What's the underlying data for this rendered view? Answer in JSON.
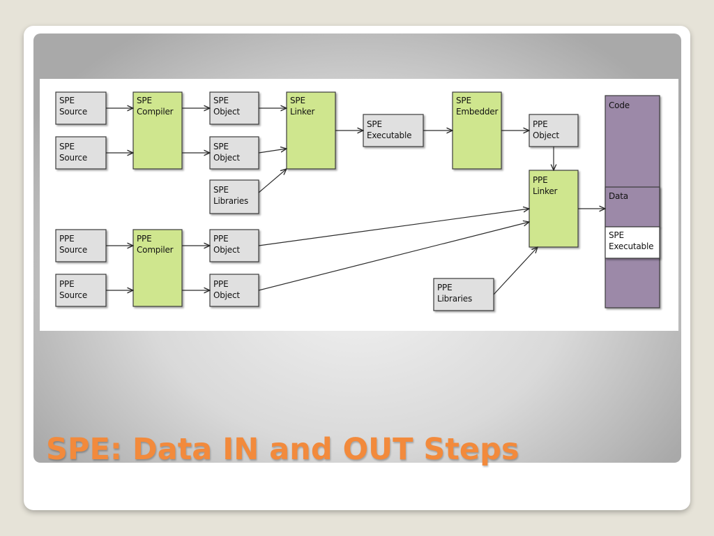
{
  "slide": {
    "title": "SPE: Data IN and OUT Steps"
  },
  "diagram": {
    "colors": {
      "gray_box": "#e0e0e0",
      "green_box": "#cfe68e",
      "purple_box": "#9c89a8",
      "border": "#3a3a3a",
      "arrow": "#2a2a2a"
    },
    "nodes": {
      "spe_source_1": "SPE\nSource",
      "spe_source_2": "SPE\nSource",
      "spe_compiler": "SPE\nCompiler",
      "spe_object_1": "SPE\nObject",
      "spe_object_2": "SPE\nObject",
      "spe_libraries": "SPE\nLibraries",
      "spe_linker": "SPE\nLinker",
      "spe_executable": "SPE\nExecutable",
      "spe_embedder": "SPE\nEmbedder",
      "ppe_object_embedded": "PPE\nObject",
      "ppe_linker": "PPE\nLinker",
      "ppe_source_1": "PPE\nSource",
      "ppe_source_2": "PPE\nSource",
      "ppe_compiler": "PPE\nCompiler",
      "ppe_object_1": "PPE\nObject",
      "ppe_object_2": "PPE\nObject",
      "ppe_libraries": "PPE\nLibraries"
    },
    "output_executable": {
      "code": "Code",
      "data": "Data",
      "spe_executable": "SPE\nExecutable"
    },
    "edges": [
      [
        "spe_source_1",
        "spe_compiler"
      ],
      [
        "spe_source_2",
        "spe_compiler"
      ],
      [
        "spe_compiler",
        "spe_object_1"
      ],
      [
        "spe_compiler",
        "spe_object_2"
      ],
      [
        "spe_object_1",
        "spe_linker"
      ],
      [
        "spe_object_2",
        "spe_linker"
      ],
      [
        "spe_libraries",
        "spe_linker"
      ],
      [
        "spe_linker",
        "spe_executable"
      ],
      [
        "spe_executable",
        "spe_embedder"
      ],
      [
        "spe_embedder",
        "ppe_object_embedded"
      ],
      [
        "ppe_object_embedded",
        "ppe_linker"
      ],
      [
        "ppe_source_1",
        "ppe_compiler"
      ],
      [
        "ppe_source_2",
        "ppe_compiler"
      ],
      [
        "ppe_compiler",
        "ppe_object_1"
      ],
      [
        "ppe_compiler",
        "ppe_object_2"
      ],
      [
        "ppe_object_1",
        "ppe_linker"
      ],
      [
        "ppe_object_2",
        "ppe_linker"
      ],
      [
        "ppe_libraries",
        "ppe_linker"
      ],
      [
        "ppe_linker",
        "output_executable"
      ]
    ]
  }
}
